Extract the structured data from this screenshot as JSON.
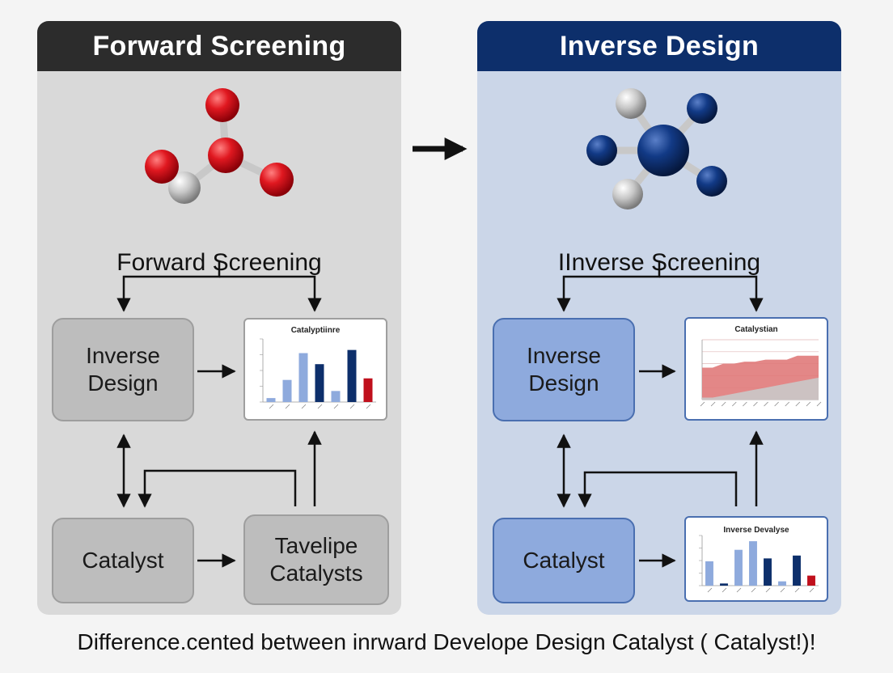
{
  "left_panel": {
    "header": "Forward Screening",
    "subtitle": "Forward Screening",
    "box_top": "Inverse Design",
    "box_bottom_left": "Catalyst",
    "box_bottom_right": "Tavelipe Catalysts",
    "chart_title": "Catalyptiinre"
  },
  "right_panel": {
    "header": "Inverse Design",
    "subtitle": "IInverse Screening",
    "box_top": "Inverse Design",
    "box_bottom_left": "Catalyst",
    "chart_top_title": "Catalystian",
    "chart_bottom_title": "Inverse Devalyse"
  },
  "caption": "Difference.cented between inrward Develope Design Catalyst ( Catalyst!)!",
  "colors": {
    "left_header": "#2c2c2c",
    "right_header": "#0d2f6b",
    "molecule_red": "#d8141c",
    "molecule_blue": "#0d2f6b",
    "bar_light": "#8eaadd",
    "bar_dark": "#0d2f6b",
    "bar_red": "#c0101c"
  },
  "chart_data": [
    {
      "type": "bar",
      "title": "Catalyptiinre",
      "values": [
        5,
        28,
        62,
        48,
        14,
        66,
        30
      ],
      "ylim": [
        0,
        80
      ],
      "bar_colors": [
        "#8eaadd",
        "#8eaadd",
        "#8eaadd",
        "#0d2f6b",
        "#8eaadd",
        "#0d2f6b",
        "#c0101c"
      ]
    },
    {
      "type": "area",
      "title": "Catalystian",
      "series": [
        {
          "values": [
            32,
            32,
            36,
            36,
            38,
            38,
            40,
            40,
            40,
            44,
            44,
            44
          ]
        },
        {
          "values": [
            2,
            2,
            4,
            6,
            8,
            10,
            12,
            14,
            16,
            18,
            20,
            22
          ]
        }
      ],
      "ylim": [
        0,
        60
      ],
      "grid": true
    },
    {
      "type": "bar",
      "title": "Inverse Devalyse",
      "values": [
        34,
        3,
        50,
        62,
        38,
        6,
        42,
        14
      ],
      "ylim": [
        0,
        70
      ],
      "bar_colors": [
        "#8eaadd",
        "#0d2f6b",
        "#8eaadd",
        "#8eaadd",
        "#0d2f6b",
        "#8eaadd",
        "#0d2f6b",
        "#c0101c"
      ]
    }
  ]
}
